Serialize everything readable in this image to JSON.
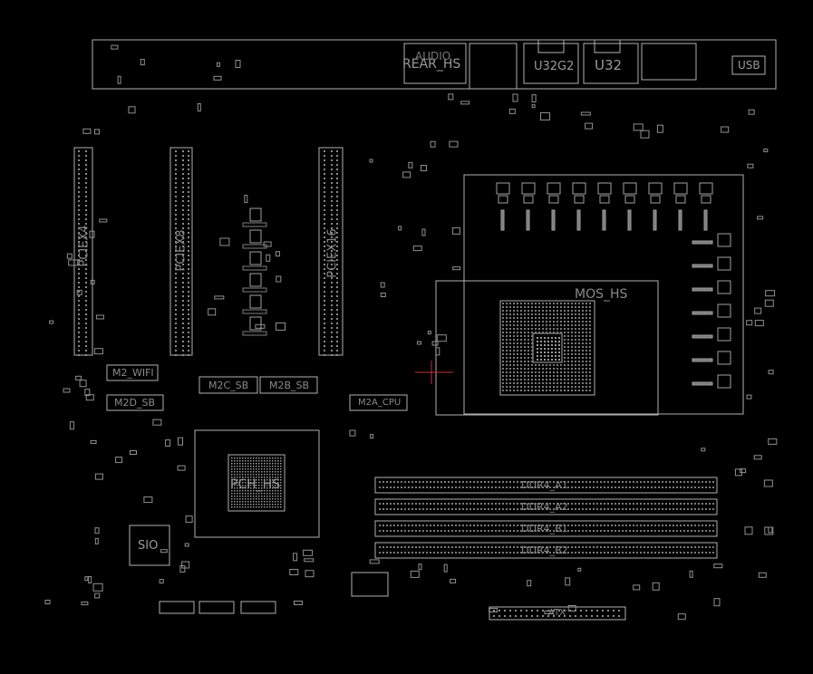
{
  "colors": {
    "background": "#000000",
    "outline": "#b0b0b0",
    "label": "#8a8a8a",
    "marker": "#c03040"
  },
  "labels": {
    "rear_hs": "REAR_HS",
    "audio": "AUDIO",
    "u32g2": "U32G2",
    "u32": "U32",
    "usb": "USB",
    "pciex4": "PCIEX4",
    "pciex8": "PCIEX8",
    "pciex16": "PCIEX16",
    "mos_hs": "MOS_HS",
    "m2_wifi": "M2_WIFI",
    "m2d_sb": "M2D_SB",
    "m2c_sb": "M2C_SB",
    "m2b_sb": "M2B_SB",
    "m2a_cpu": "M2A_CPU",
    "pch_hs": "PCH_HS",
    "sio": "SIO",
    "ddr4_a1": "DDR4_A1",
    "ddr4_a2": "DDR4_A2",
    "ddr4_b1": "DDR4_B1",
    "ddr4_b2": "DDR4_B2",
    "atx": "ATX"
  }
}
